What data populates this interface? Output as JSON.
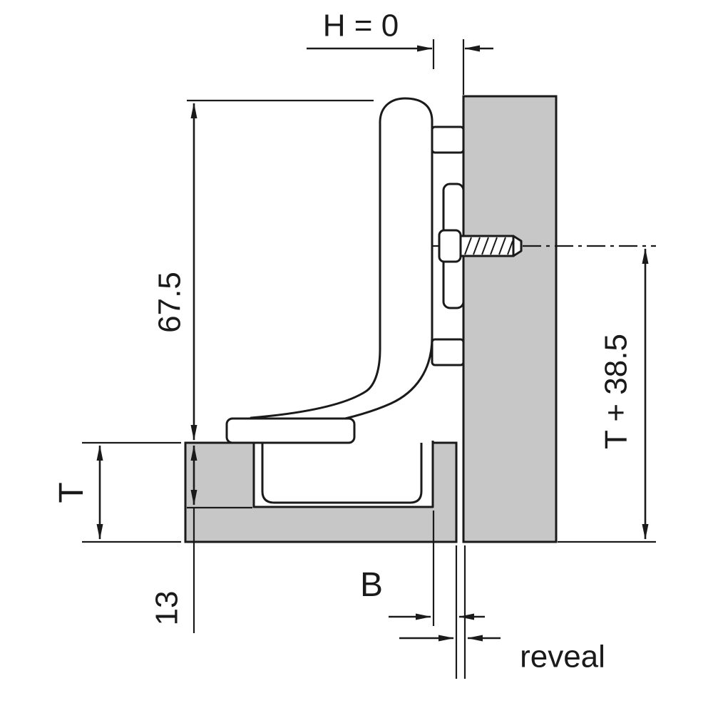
{
  "colors": {
    "panel": "#c7c7c7",
    "line": "#1a1a1a",
    "background": "#ffffff"
  },
  "labels": {
    "h": "H = 0",
    "arm_height": "67.5",
    "door_thickness": "T",
    "cup_depth": "13",
    "boring": "B",
    "reveal": "reveal",
    "plate_distance": "T + 38.5"
  }
}
